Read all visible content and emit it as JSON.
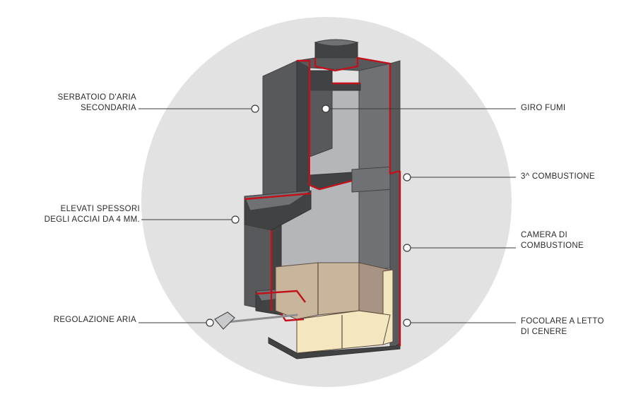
{
  "colors": {
    "background_circle": "#e2e2e3",
    "steel": "#58595b",
    "steel_dark": "#414244",
    "steel_light": "#707174",
    "insulation_red": "#c1121c",
    "chamber_interior": "#b5b6b9",
    "firebrick_light": "#f4e6bf",
    "firebrick_mid": "#c9b59c",
    "firebrick_dark": "#a89384",
    "leader_line": "#3a3a3a"
  },
  "labels": {
    "serbatoio": {
      "line1": "SERBATOIO D'ARIA",
      "line2": "SECONDARIA"
    },
    "spessori": {
      "line1": "ELEVATI SPESSORI",
      "line2": "DEGLI ACCIAI DA 4 MM."
    },
    "regolazione": {
      "line1": "REGOLAZIONE ARIA"
    },
    "giro_fumi": {
      "line1": "GIRO FUMI"
    },
    "terza_combustione": {
      "line1": "3^ COMBUSTIONE"
    },
    "camera": {
      "line1": "CAMERA DI",
      "line2": "COMBUSTIONE"
    },
    "focolare": {
      "line1": "FOCOLARE A LETTO",
      "line2": "DI CENERE"
    }
  }
}
